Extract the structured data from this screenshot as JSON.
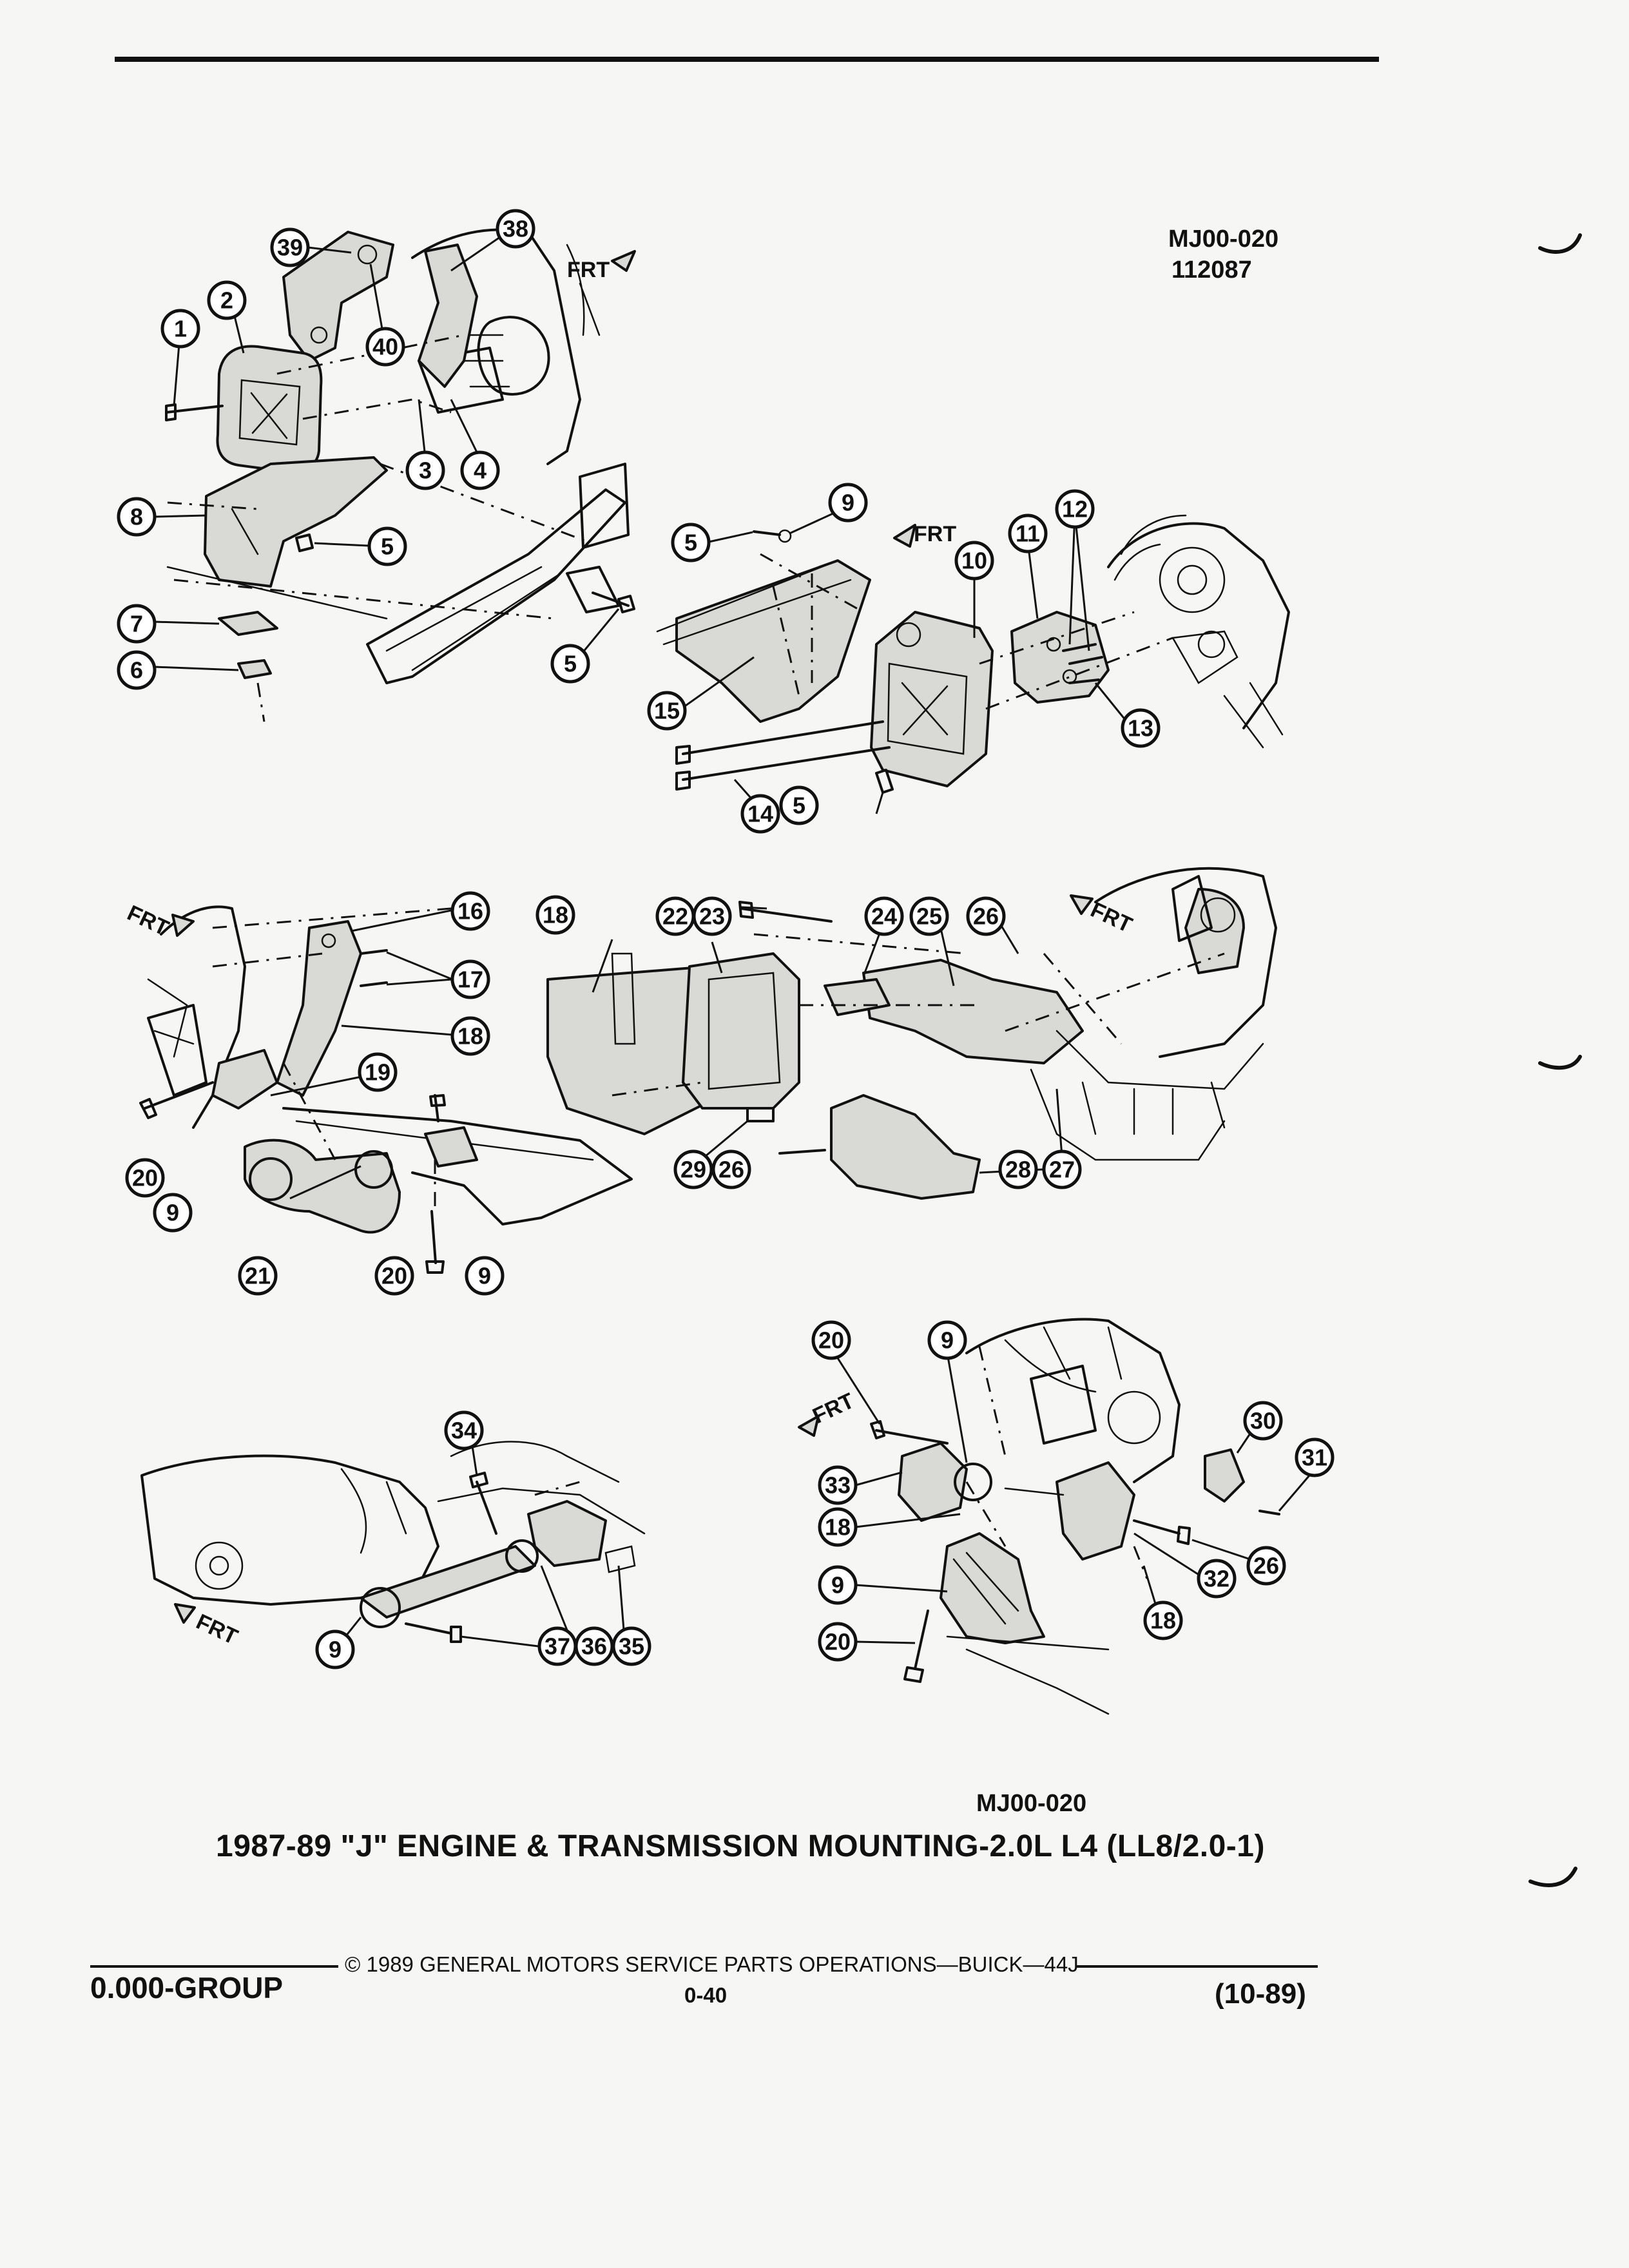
{
  "header": {
    "ref_code": "MJ00-020",
    "date_code": "112087"
  },
  "figure": {
    "frt_label": "FRT",
    "callouts": [
      {
        "view": "upper-left",
        "items": [
          "1",
          "2",
          "39",
          "40",
          "38",
          "3",
          "4",
          "8",
          "5",
          "7",
          "6",
          "5"
        ]
      },
      {
        "view": "upper-right",
        "items": [
          "5",
          "9",
          "10",
          "11",
          "12",
          "13",
          "15",
          "14",
          "5"
        ]
      },
      {
        "view": "middle-left",
        "items": [
          "16",
          "17",
          "18",
          "19",
          "20",
          "9",
          "21",
          "20",
          "9"
        ]
      },
      {
        "view": "middle-right",
        "items": [
          "18",
          "22",
          "23",
          "24",
          "25",
          "26",
          "29",
          "26",
          "28",
          "27"
        ]
      },
      {
        "view": "lower-left",
        "items": [
          "34",
          "9",
          "37",
          "36",
          "35"
        ]
      },
      {
        "view": "lower-right",
        "items": [
          "20",
          "9",
          "30",
          "31",
          "33",
          "18",
          "26",
          "32",
          "9",
          "18",
          "20"
        ]
      }
    ]
  },
  "caption": {
    "ref_code": "MJ00-020",
    "title": "1987-89 \"J\" ENGINE & TRANSMISSION MOUNTING-2.0L L4 (LL8/2.0-1)"
  },
  "footer": {
    "group": "0.000-GROUP",
    "copyright": "© 1989 GENERAL MOTORS SERVICE PARTS OPERATIONS—BUICK—44J",
    "page": "0-40",
    "revision": "(10-89)"
  }
}
